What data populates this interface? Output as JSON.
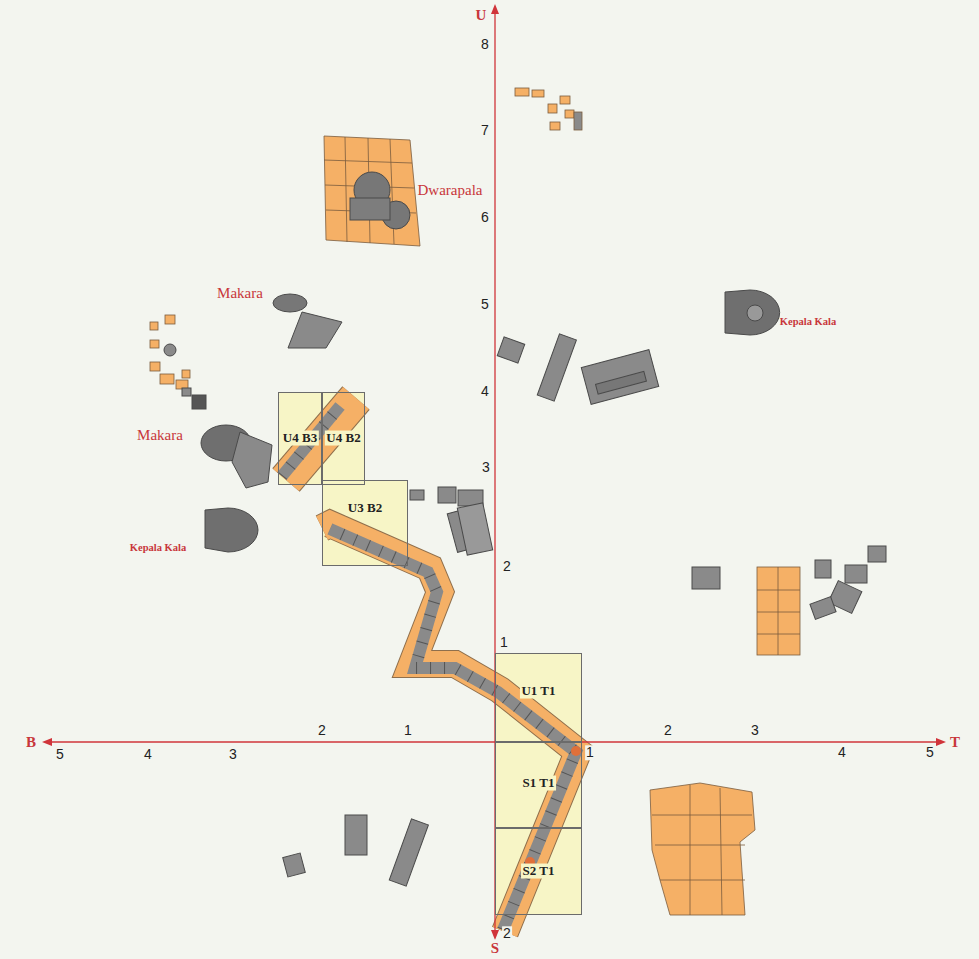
{
  "diagram": {
    "nodes": [
      {
        "text": [
          "U4 B3"
        ]
      },
      {
        "text": [
          "U4 B2"
        ]
      },
      {
        "text": [
          "U3 B2"
        ]
      },
      {
        "text": [
          "U1 T1"
        ]
      },
      {
        "text": [
          "S1 T1"
        ]
      },
      {
        "text": [
          "S2 T1"
        ]
      }
    ],
    "labels": [
      "U",
      "8",
      "7",
      "6",
      "Dwarapala",
      "5",
      "Makara",
      "Kepala Kala",
      "4",
      "Makara",
      "3",
      "Kepala Kala",
      "2",
      "1",
      "B",
      "5",
      "4",
      "3",
      "2",
      "1",
      "1",
      "2",
      "3",
      "4",
      "5",
      "T",
      "2",
      "S"
    ]
  }
}
